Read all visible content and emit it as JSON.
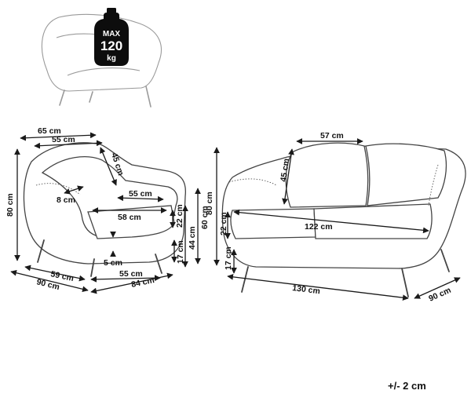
{
  "weight_badge": {
    "top": "MAX",
    "value": "120",
    "unit": "kg",
    "icon": "weight-icon"
  },
  "armchair_dimensions": {
    "overall_width": "65 cm",
    "seat_width_top": "55 cm",
    "backrest_height": "45 cm",
    "armrest_width": "8 cm",
    "seat_depth": "55 cm",
    "seat_width": "58 cm",
    "total_height": "80 cm",
    "seat_cushion": "22 cm",
    "seat_height": "44 cm",
    "total_depth_side": "60 cm",
    "leg_height": "17 cm",
    "ground_clearance": "5 cm",
    "depth_inner": "59 cm",
    "depth_total": "90 cm",
    "base_width": "55 cm",
    "width_total": "84 cm"
  },
  "sofa_dimensions": {
    "back_width": "57 cm",
    "backrest_height": "45 cm",
    "total_height": "80 cm",
    "seat_width": "122 cm",
    "seat_cushion": "22 cm",
    "leg_height": "17 cm",
    "total_width": "130 cm",
    "depth": "90 cm"
  },
  "tolerance": "+/- 2 cm"
}
